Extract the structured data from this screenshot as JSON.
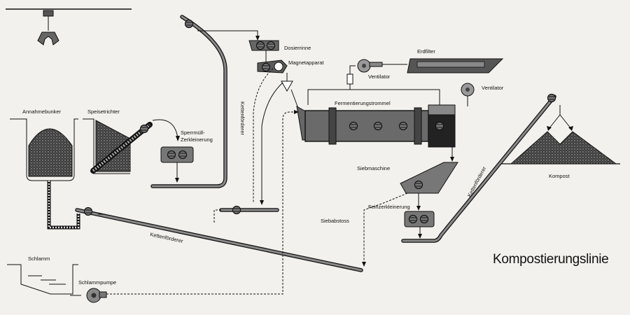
{
  "title": "Kompostierungslinie",
  "labels": {
    "dosierrinne": "Dosierrinne",
    "magnetapparat": "Magnetapparat",
    "erdfilter": "Erdfilter",
    "ventilator_top": "Ventilator",
    "ventilator_right": "Ventilator",
    "annahmebunker": "Annahmebunker",
    "speisetrichter": "Speisetrichter",
    "sperrmuell_1": "Sperrmüll-",
    "sperrmuell_2": "Zerkleinerung",
    "kettenfoerderer_vertical": "Kettenförderer",
    "kettenfoerderer_diag": "Kettenförderer",
    "kettenfoerderer_right": "Kettenförderer",
    "fermentierungstrommel": "Fermentierungstrommel",
    "siebmaschine": "Siebmaschine",
    "feinzerkleinerung": "Feinzerkleinerung",
    "siebabstoss": "Siebabstoss",
    "kompost": "Kompost",
    "schlamm": "Schlamm",
    "schlammpumpe": "Schlammpumpe"
  }
}
